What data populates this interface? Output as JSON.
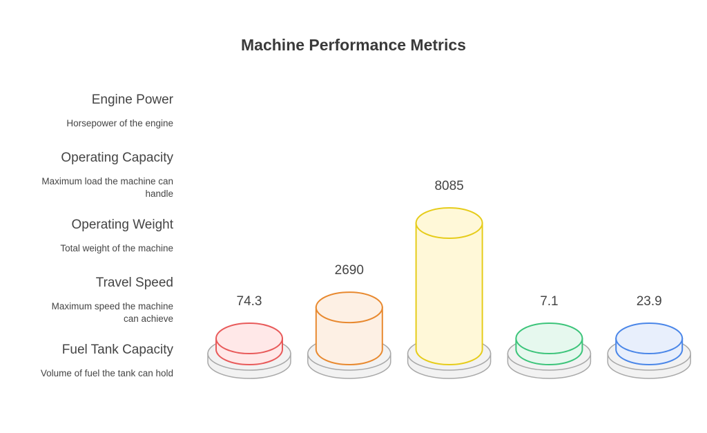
{
  "chart_data": {
    "type": "bar",
    "title": "Machine Performance Metrics",
    "categories": [
      "Engine Power",
      "Operating Capacity",
      "Operating Weight",
      "Travel Speed",
      "Fuel Tank Capacity"
    ],
    "descriptions": [
      "Horsepower of the engine",
      "Maximum load the machine can handle",
      "Total weight of the machine",
      "Maximum speed the machine can achieve",
      "Volume of fuel the tank can hold"
    ],
    "values": [
      74.3,
      2690,
      8085,
      7.1,
      23.9
    ],
    "value_labels": [
      "74.3",
      "2690",
      "8085",
      "7.1",
      "23.9"
    ],
    "colors": [
      {
        "stroke": "#e85a5a",
        "fill": "#ffe8e8"
      },
      {
        "stroke": "#e8892f",
        "fill": "#fdf0e4"
      },
      {
        "stroke": "#e6cc1a",
        "fill": "#fff8d8"
      },
      {
        "stroke": "#3cc47a",
        "fill": "#e6f8ee"
      },
      {
        "stroke": "#4a86e8",
        "fill": "#e8effc"
      }
    ],
    "xlabel": "",
    "ylabel": "",
    "grid": false
  }
}
